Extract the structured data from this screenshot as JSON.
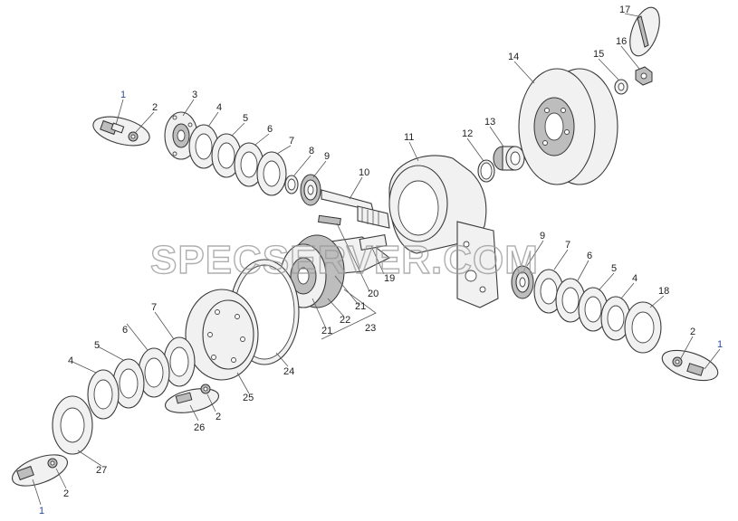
{
  "watermark": "SPECSERVER.COM",
  "callouts": {
    "top_left_bolt": "1",
    "top_left_nut": "2",
    "top_left_flange": "3",
    "top_left_shim_4": "4",
    "top_left_shim_5": "5",
    "top_left_shim_6": "6",
    "top_left_shim_7": "7",
    "ring_8": "8",
    "bearing_9_top": "9",
    "shaft_10": "10",
    "housing_11": "11",
    "ring_12": "12",
    "bearing_13": "13",
    "drum_14": "14",
    "washer_15": "15",
    "nut_16": "16",
    "cotter_17": "17",
    "right_cover_18": "18",
    "shaft_19": "19",
    "key_20": "20",
    "gear_21_a": "21",
    "gear_21_b": "21",
    "gear_22": "22",
    "gear_group_23": "23",
    "gasket_24": "24",
    "cover_25": "25",
    "bolt_26": "26",
    "bottom_flange_27": "27",
    "right_bearing_9": "9",
    "right_shim_7": "7",
    "right_shim_6": "6",
    "right_shim_5": "5",
    "right_shim_4": "4",
    "right_nut_2": "2",
    "right_bolt_1": "1",
    "bottom_shim_7": "7",
    "bottom_shim_6": "6",
    "bottom_shim_5": "5",
    "bottom_shim_4": "4",
    "bottom_bolt_nut_2": "2",
    "bottom_nut_2": "2",
    "bottom_bolt_1": "1"
  },
  "colors": {
    "line": "#3a3a3a",
    "blue_label": "#2b4a9b",
    "watermark": "#9a9a9a"
  }
}
